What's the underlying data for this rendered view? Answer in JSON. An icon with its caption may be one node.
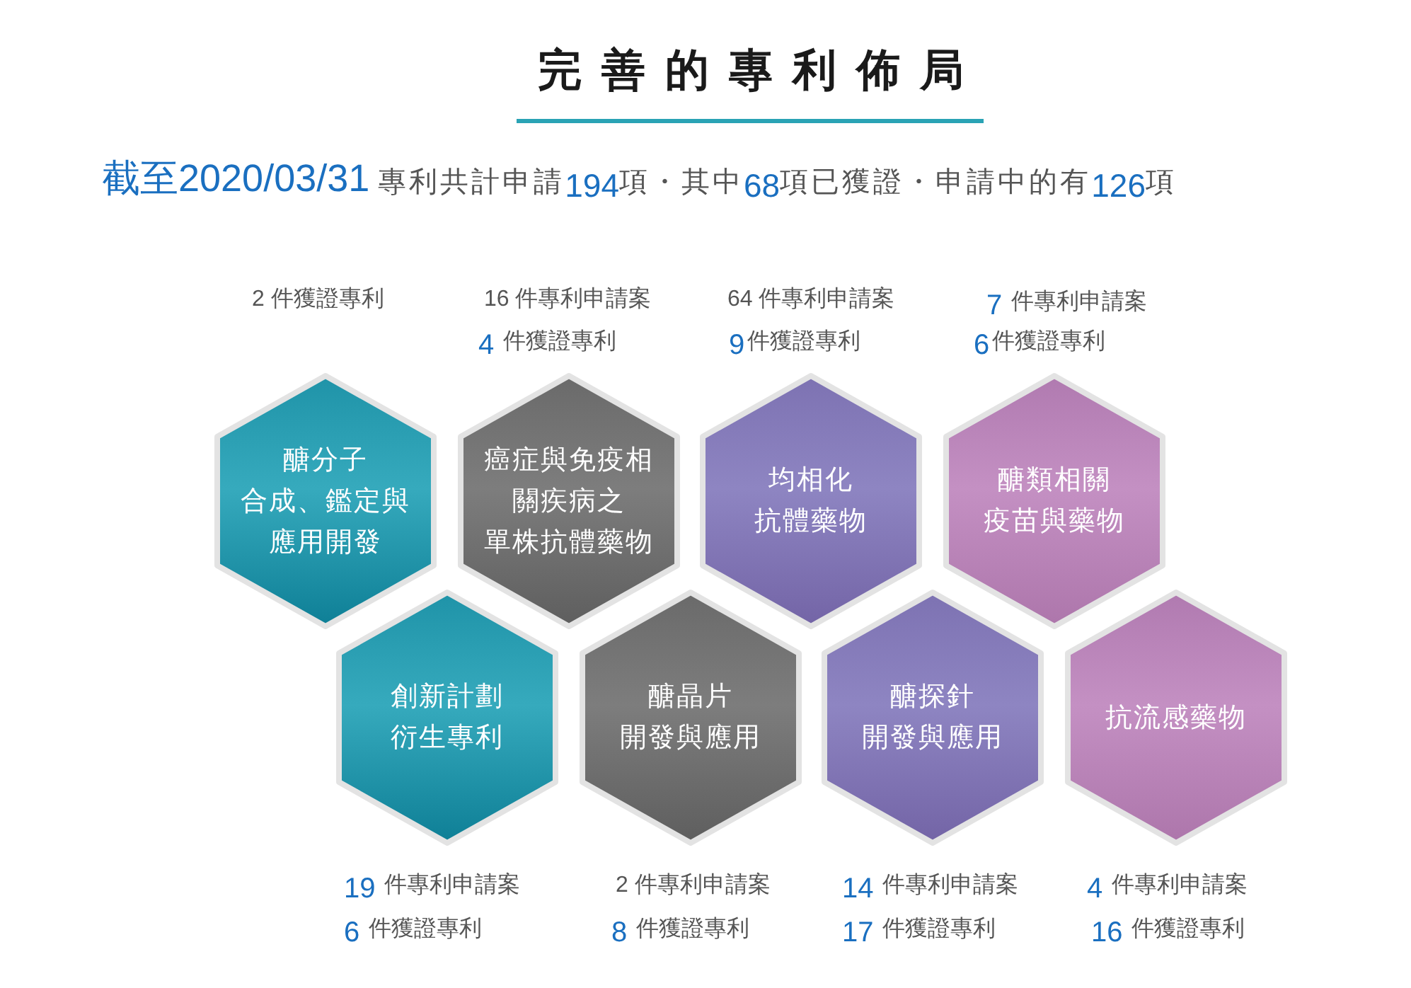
{
  "diagram": {
    "title": "完善的專利佈局",
    "nodes": [
      {
        "text": [
          "醣分子合成、鑑定與應用開發"
        ],
        "beside": [
          "2 件獲證專利"
        ]
      },
      {
        "text": [
          "癌症與免疫相關疾病之單株抗體藥物"
        ],
        "beside": [
          "16 件專利申請案",
          "4 件獲證專利"
        ]
      },
      {
        "text": [
          "均相化抗體藥物"
        ],
        "beside": [
          "64 件專利申請案",
          "9件獲證專利"
        ]
      },
      {
        "text": [
          "醣類相關疫苗與藥物"
        ],
        "beside": [
          "7 件專利申請案",
          "6件獲證專利"
        ]
      },
      {
        "text": [
          "創新計劃衍生專利"
        ],
        "beside": [
          "19 件專利申請案",
          "6 件獲證專利"
        ]
      },
      {
        "text": [
          "醣晶片開發與應用"
        ],
        "beside": [
          "2 件專利申請案",
          "8 件獲證專利"
        ]
      },
      {
        "text": [
          "醣探針開發與應用"
        ],
        "beside": [
          "14 件專利申請案",
          "17 件獲證專利"
        ]
      },
      {
        "text": [
          "抗流感藥物"
        ],
        "beside": [
          "4 件專利申請案",
          "16 件獲證專利"
        ]
      }
    ],
    "labels": [
      "截至2020/03/31",
      "專利共計申請194項・其中68項已獲證・申請中的有126項"
    ]
  }
}
